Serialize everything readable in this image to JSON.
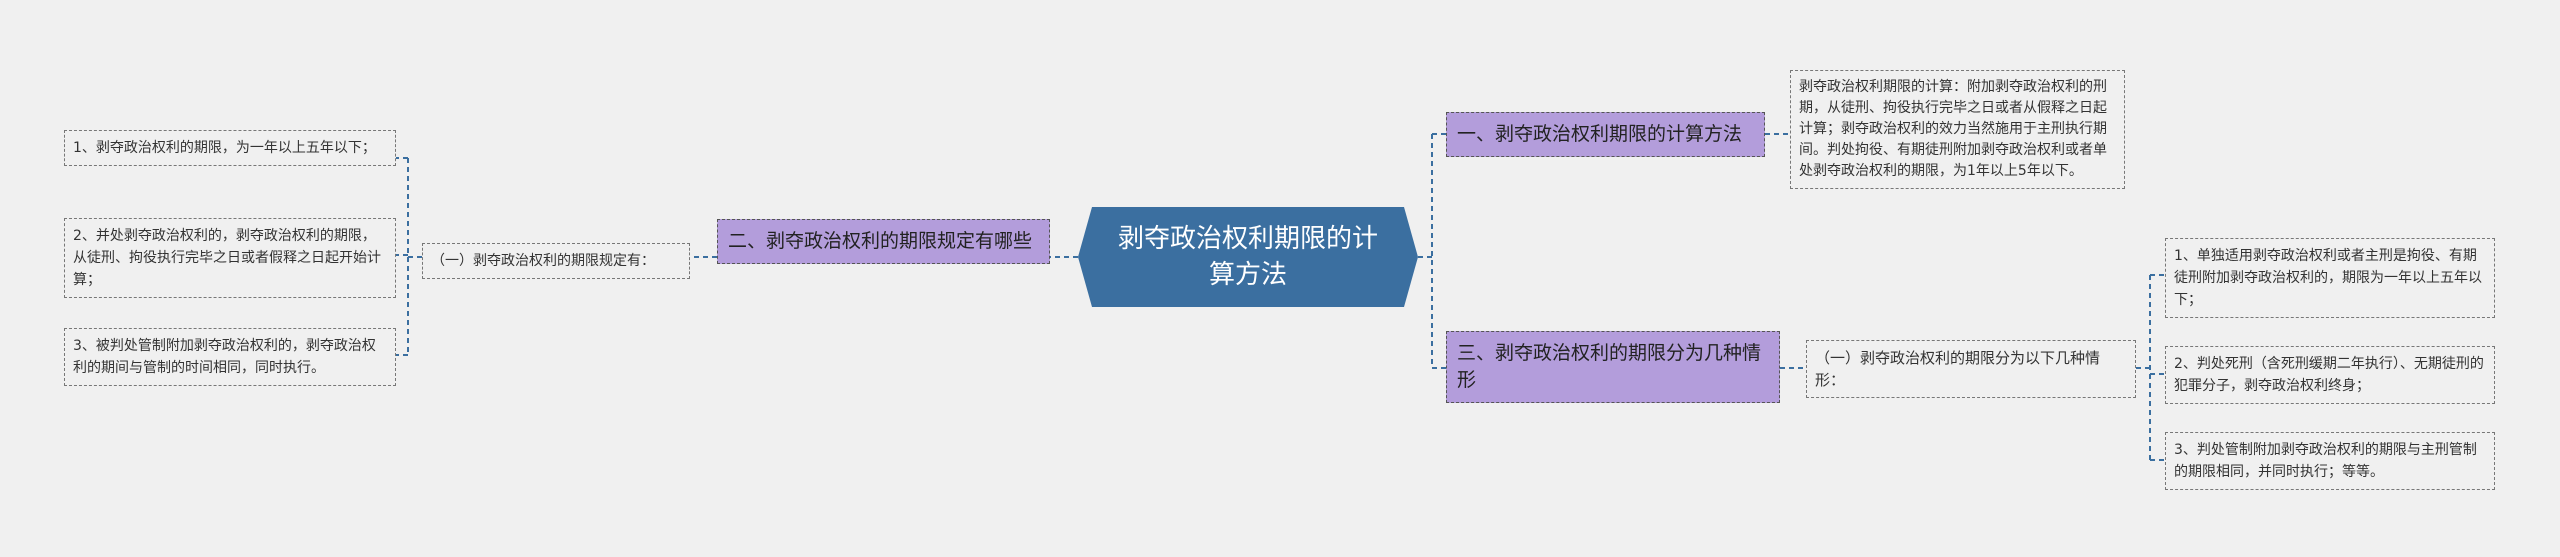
{
  "root": {
    "title": "剥夺政治权利期限的计算方法"
  },
  "branches": {
    "b1": {
      "label": "一、剥夺政治权利期限的计算方法"
    },
    "b1_detail": {
      "text": "剥夺政治权利期限的计算：附加剥夺政治权利的刑期，从徒刑、拘役执行完毕之日或者从假释之日起计算；剥夺政治权利的效力当然施用于主刑执行期间。判处拘役、有期徒刑附加剥夺政治权利或者单处剥夺政治权利的期限，为1年以上5年以下。"
    },
    "b2": {
      "label": "二、剥夺政治权利的期限规定有哪些"
    },
    "b2_sub": {
      "label": "（一）剥夺政治权利的期限规定有："
    },
    "b2_items": [
      "1、剥夺政治权利的期限，为一年以上五年以下；",
      "2、并处剥夺政治权利的，剥夺政治权利的期限，从徒刑、拘役执行完毕之日或者假释之日起开始计算；",
      "3、被判处管制附加剥夺政治权利的，剥夺政治权利的期间与管制的时间相同，同时执行。"
    ],
    "b3": {
      "label": "三、剥夺政治权利的期限分为几种情形"
    },
    "b3_sub": {
      "label": "（一）剥夺政治权利的期限分为以下几种情形："
    },
    "b3_items": [
      "1、单独适用剥夺政治权利或者主刑是拘役、有期徒刑附加剥夺政治权利的，期限为一年以上五年以下；",
      "2、判处死刑（含死刑缓期二年执行）、无期徒刑的犯罪分子，剥夺政治权利终身；",
      "3、判处管制附加剥夺政治权利的期限与主刑管制的期限相同，并同时执行；等等。"
    ]
  },
  "colors": {
    "root": "#3b6fa0",
    "level1": "#b39ddb",
    "line": "#3b6fa0",
    "background": "#f0f0f0"
  }
}
